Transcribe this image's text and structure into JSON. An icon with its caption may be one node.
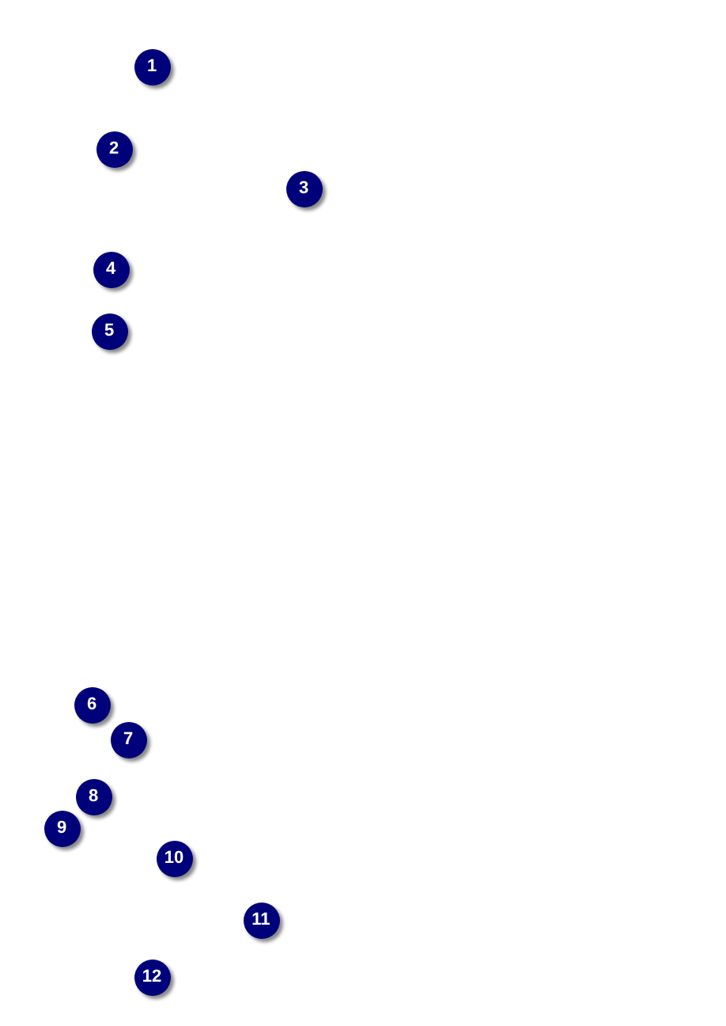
{
  "diagram": {
    "labels": [
      "1",
      "2",
      "3",
      "4",
      "5",
      "6",
      "7",
      "8",
      "9",
      "10",
      "11",
      "12"
    ]
  }
}
